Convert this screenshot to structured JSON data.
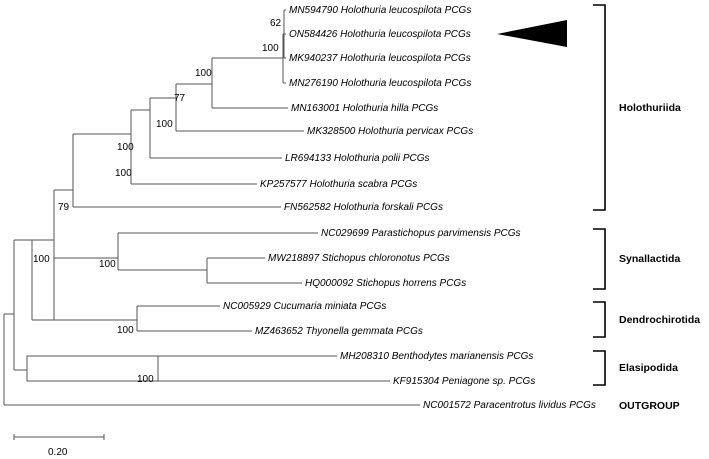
{
  "taxa": {
    "mn594790": "MN594790 Holothuria leucospilota PCGs",
    "on584426": "ON584426 Holothuria leucospilota PCGs",
    "mk940237": "MK940237 Holothuria leucospilota PCGs",
    "mn276190": "MN276190 Holothuria leucospilota PCGs",
    "mn163001": "MN163001 Holothuria hilla PCGs",
    "mk328500": "MK328500 Holothuria pervicax PCGs",
    "lr694133": "LR694133 Holothuria polii PCGs",
    "kp257577": "KP257577 Holothuria scabra PCGs",
    "fn562582": "FN562582 Holothuria forskali PCGs",
    "nc029699": "NC029699 Parastichopus parvimensis PCGs",
    "mw218897": "MW218897 Stichopus chloronotus PCGs",
    "hq000092": "HQ000092 Stichopus horrens PCGs",
    "nc005929": "NC005929 Cucumaria miniata PCGs",
    "mz463652": "MZ463652 Thyonella gemmata PCGs",
    "mh208310": "MH208310 Benthodytes marianensis PCGs",
    "kf915304": "KF915304 Peniagone sp. PCGs",
    "nc001572": "NC001572 Paracentrotus lividus PCGs"
  },
  "support": {
    "s62": "62",
    "s100_leuco": "100",
    "s100_hilla": "100",
    "s77": "77",
    "s100_polii": "100",
    "s100_scabra": "100",
    "s100_forsk": "100",
    "s79": "79",
    "s100_stich": "100",
    "s100_ingroup": "100",
    "s100_dendro": "100",
    "s100_elasi": "100"
  },
  "clades": {
    "holothuriida": "Holothuriida",
    "synallactida": "Synallactida",
    "dendrochirotida": "Dendrochirotida",
    "elasipodida": "Elasipodida",
    "outgroup": "OUTGROUP"
  },
  "scale_bar": {
    "label": "0.20"
  },
  "colors": {
    "branch": "#555555",
    "bracket": "#000000",
    "marker": "#000000"
  },
  "marker": "filled-triangle-pointing-to-ON584426"
}
